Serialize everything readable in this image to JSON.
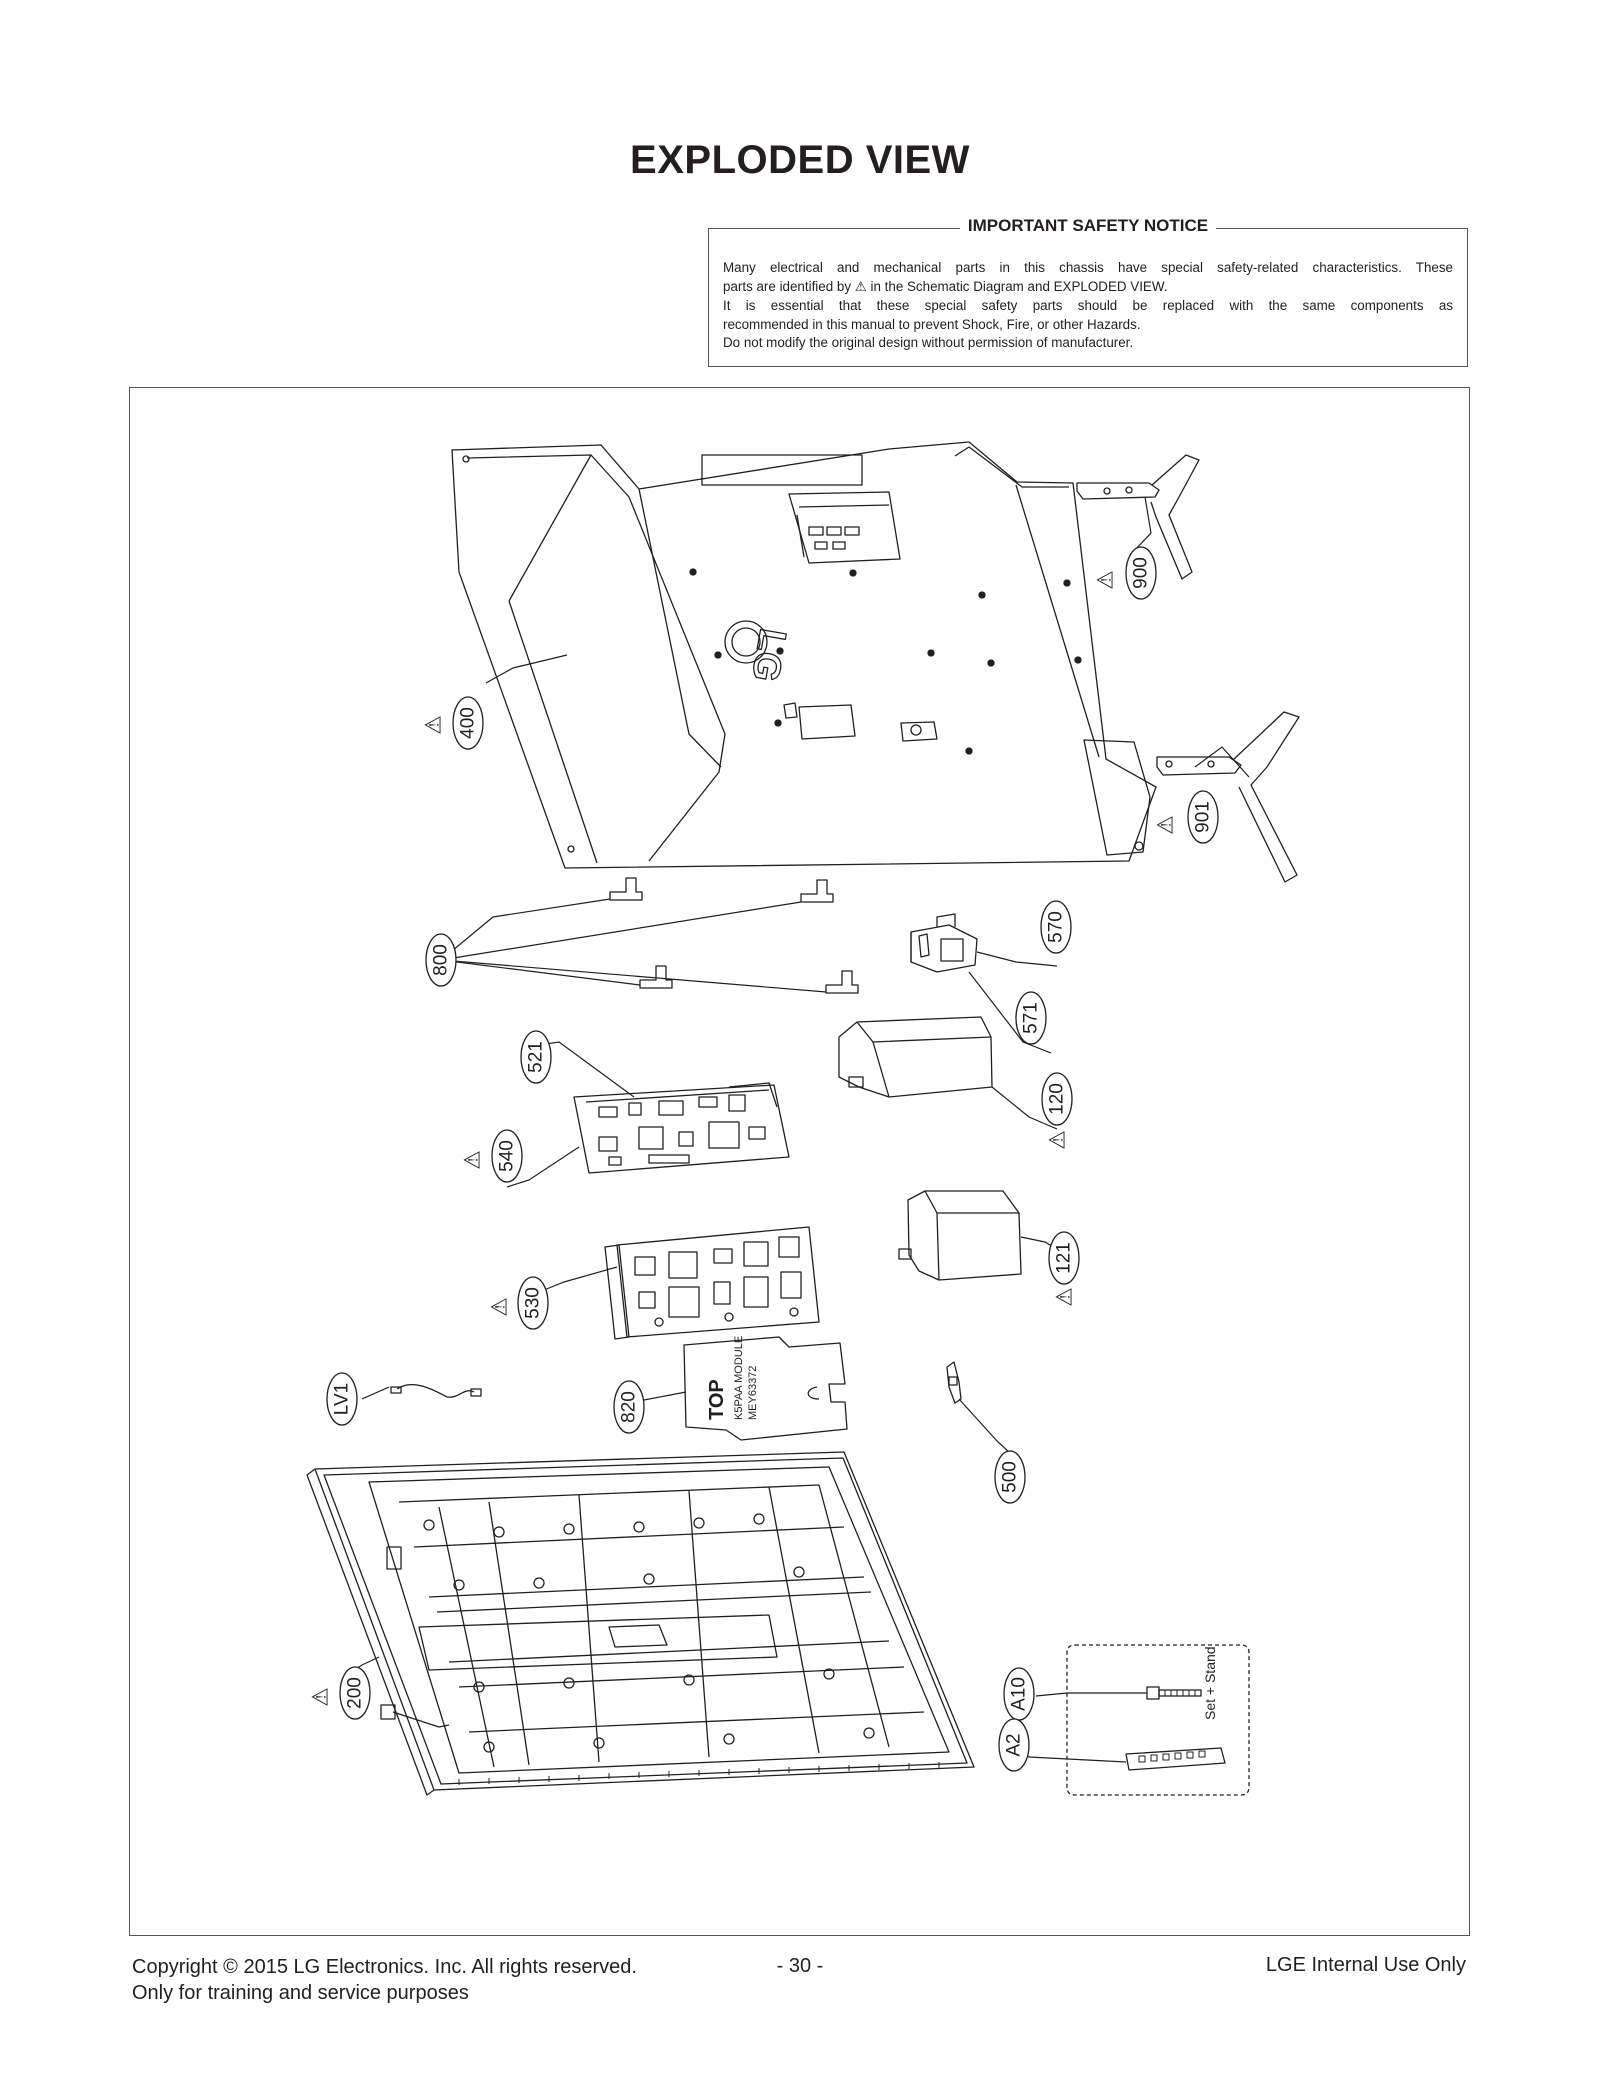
{
  "page": {
    "title": "EXPLODED VIEW"
  },
  "safety_notice": {
    "heading": "IMPORTANT SAFETY NOTICE",
    "lines": [
      "Many electrical and mechanical parts in this chassis have special safety-related characteristics. These",
      "parts are identified by",
      "in the Schematic Diagram and EXPLODED VIEW.",
      "It is essential that these special safety parts should be replaced with the same components as",
      "recommended in this manual to prevent Shock, Fire, or other Hazards.",
      "Do not modify the original design without permission of manufacturer."
    ],
    "symbol": "⚠"
  },
  "diagram": {
    "callouts": [
      "400",
      "900",
      "901",
      "800",
      "570",
      "571",
      "120",
      "521",
      "540",
      "121",
      "530",
      "LV1",
      "820",
      "500",
      "200",
      "A10",
      "A2"
    ],
    "accessory_group_label": "Set + Stand",
    "back_cover_logo": "LG",
    "board_label_lines": [
      "TOP",
      "K5PAA MODULE",
      "MEY63372"
    ]
  },
  "footer": {
    "copyright_line1": "Copyright  © 2015 LG Electronics. Inc. All rights reserved.",
    "copyright_line2": "Only for training and service purposes",
    "page_number": "- 30 -",
    "internal_use": "LGE Internal Use Only"
  }
}
